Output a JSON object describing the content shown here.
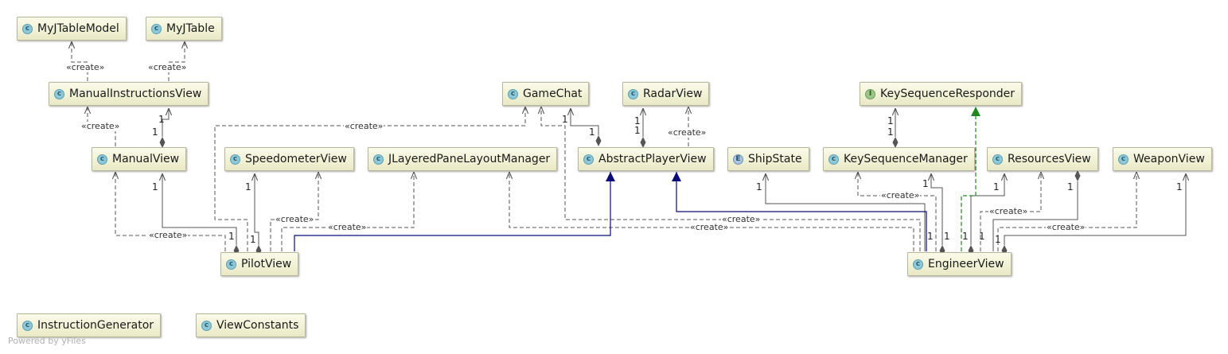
{
  "diagram": {
    "nodes": [
      {
        "id": "myjtablemodel",
        "kind": "c",
        "label": "MyJTableModel"
      },
      {
        "id": "myjtable",
        "kind": "c",
        "label": "MyJTable"
      },
      {
        "id": "manualinstructionsview",
        "kind": "c",
        "label": "ManualInstructionsView"
      },
      {
        "id": "gamechat",
        "kind": "c",
        "label": "GameChat"
      },
      {
        "id": "radarview",
        "kind": "c",
        "label": "RadarView"
      },
      {
        "id": "keysequenceresponder",
        "kind": "i",
        "label": "KeySequenceResponder"
      },
      {
        "id": "manualview",
        "kind": "c",
        "label": "ManualView"
      },
      {
        "id": "speedometerview",
        "kind": "c",
        "label": "SpeedometerView"
      },
      {
        "id": "jlayeredpanelayoutmanager",
        "kind": "c",
        "label": "JLayeredPaneLayoutManager"
      },
      {
        "id": "abstractplayerview",
        "kind": "c",
        "label": "AbstractPlayerView"
      },
      {
        "id": "shipstate",
        "kind": "e",
        "label": "ShipState"
      },
      {
        "id": "keysequencemanager",
        "kind": "c",
        "label": "KeySequenceManager"
      },
      {
        "id": "resourcesview",
        "kind": "c",
        "label": "ResourcesView"
      },
      {
        "id": "weaponview",
        "kind": "c",
        "label": "WeaponView"
      },
      {
        "id": "pilotview",
        "kind": "c",
        "label": "PilotView"
      },
      {
        "id": "engineerview",
        "kind": "c",
        "label": "EngineerView"
      },
      {
        "id": "instructiongenerator",
        "kind": "c",
        "label": "InstructionGenerator"
      },
      {
        "id": "viewconstants",
        "kind": "c",
        "label": "ViewConstants"
      }
    ],
    "create_label": "«create»",
    "multiplicity": "1",
    "footer": "Powered by yFiles",
    "colors": {
      "node_border": "#b7b79a",
      "edge": "#555555",
      "inheritance": "#0a0a78",
      "realization": "#1e8a1e"
    }
  }
}
